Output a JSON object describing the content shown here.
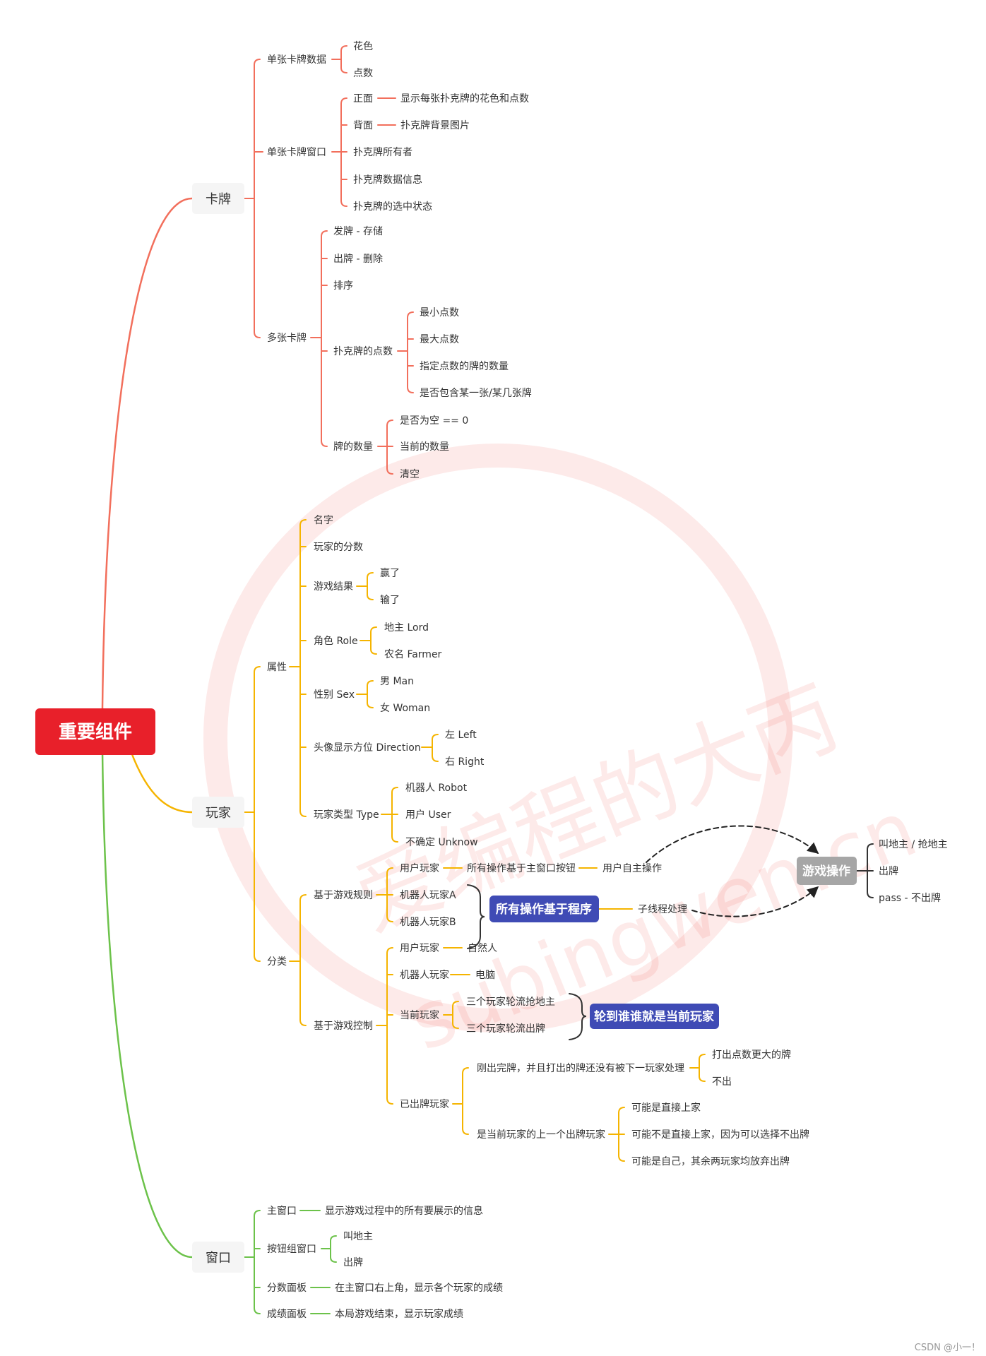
{
  "root": "重要组件",
  "branches": {
    "card": "卡牌",
    "player": "玩家",
    "window": "窗口"
  },
  "card": {
    "single_data": {
      "label": "单张卡牌数据",
      "items": [
        "花色",
        "点数"
      ]
    },
    "single_window": {
      "label": "单张卡牌窗口",
      "front": "正面",
      "front_desc": "显示每张扑克牌的花色和点数",
      "back": "背面",
      "back_desc": "扑克牌背景图片",
      "owner": "扑克牌所有者",
      "info": "扑克牌数据信息",
      "selected": "扑克牌的选中状态"
    },
    "multi": {
      "label": "多张卡牌",
      "deal": "发牌 - 存储",
      "play": "出牌 - 删除",
      "sort": "排序",
      "points": {
        "label": "扑克牌的点数",
        "items": [
          "最小点数",
          "最大点数",
          "指定点数的牌的数量",
          "是否包含某一张/某几张牌"
        ]
      },
      "count": {
        "label": "牌的数量",
        "items": [
          "是否为空 == 0",
          "当前的数量",
          "清空"
        ]
      }
    }
  },
  "player": {
    "attr": {
      "label": "属性",
      "name": "名字",
      "score": "玩家的分数",
      "result": {
        "label": "游戏结果",
        "items": [
          "赢了",
          "输了"
        ]
      },
      "role": {
        "label": "角色 Role",
        "items": [
          "地主 Lord",
          "农名 Farmer"
        ]
      },
      "sex": {
        "label": "性别 Sex",
        "items": [
          "男 Man",
          "女 Woman"
        ]
      },
      "direction": {
        "label": "头像显示方位 Direction",
        "items": [
          "左 Left",
          "右 Right"
        ]
      },
      "type": {
        "label": "玩家类型 Type",
        "items": [
          "机器人 Robot",
          "用户 User",
          "不确定 Unknow"
        ]
      }
    },
    "cat": {
      "label": "分类",
      "rule": {
        "label": "基于游戏规则",
        "user": "用户玩家",
        "user_op": "所有操作基于主窗口按钮",
        "user_self": "用户自主操作",
        "robot_a": "机器人玩家A",
        "robot_b": "机器人玩家B",
        "program": "所有操作基于程序",
        "thread": "子线程处理"
      },
      "game_op": {
        "label": "游戏操作",
        "items": [
          "叫地主 / 抢地主",
          "出牌",
          "pass - 不出牌"
        ]
      },
      "control": {
        "label": "基于游戏控制",
        "user": "用户玩家",
        "human": "自然人",
        "robot": "机器人玩家",
        "computer": "电脑",
        "current": "当前玩家",
        "current_items": [
          "三个玩家轮流抢地主",
          "三个玩家轮流出牌"
        ],
        "current_note": "轮到谁谁就是当前玩家",
        "played": "已出牌玩家",
        "played_case1": "刚出完牌，并且打出的牌还没有被下一玩家处理",
        "played_case1_items": [
          "打出点数更大的牌",
          "不出"
        ],
        "played_case2": "是当前玩家的上一个出牌玩家",
        "played_case2_items": [
          "可能是直接上家",
          "可能不是直接上家，因为可以选择不出牌",
          "可能是自己，其余两玩家均放弃出牌"
        ]
      }
    }
  },
  "window": {
    "main": "主窗口",
    "main_desc": "显示游戏过程中的所有要展示的信息",
    "buttons": {
      "label": "按钮组窗口",
      "items": [
        "叫地主",
        "出牌"
      ]
    },
    "score": "分数面板",
    "score_desc": "在主窗口右上角，显示各个玩家的成绩",
    "result": "成绩面板",
    "result_desc": "本局游戏结束，显示玩家成绩"
  },
  "watermark": {
    "text": "爱编程的大丙",
    "url": "subingwen.cn"
  },
  "credit": "CSDN @小一！",
  "colors": {
    "card": "#f26f5c",
    "player": "#f5b400",
    "window": "#6cc24a",
    "root": "#e8202a",
    "highlight": "#3f4bb5",
    "gray": "#a6a6a6"
  }
}
